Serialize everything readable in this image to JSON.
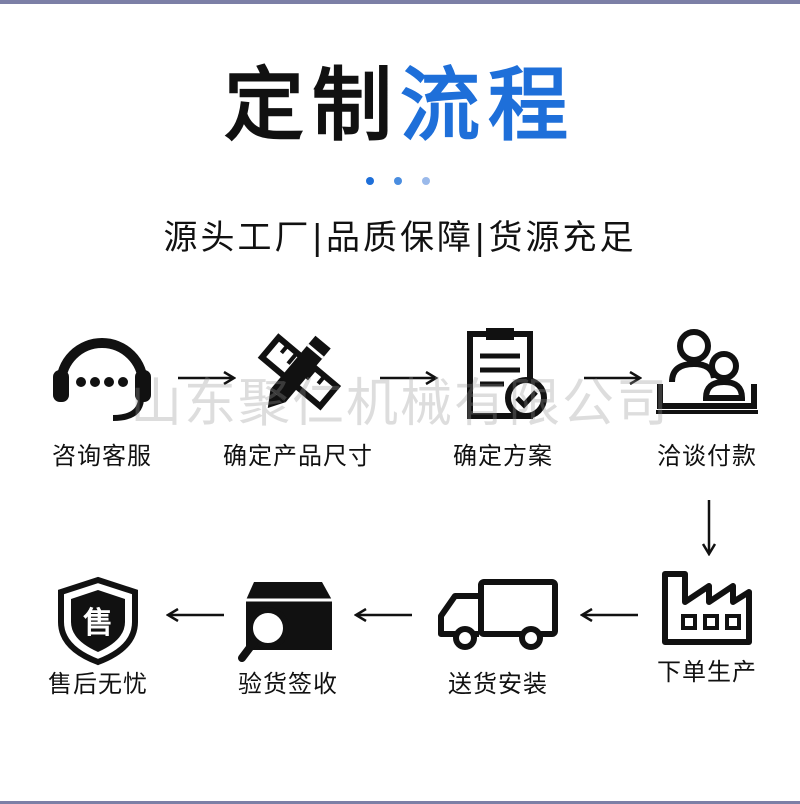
{
  "header": {
    "title_black": "定制",
    "title_blue": "流程",
    "subtitle": "源头工厂|品质保障|货源充足"
  },
  "watermark": "山东聚仁机械有限公司",
  "steps": [
    {
      "label": "咨询客服",
      "icon": "headset-icon"
    },
    {
      "label": "确定产品尺寸",
      "icon": "pencil-ruler-icon"
    },
    {
      "label": "确定方案",
      "icon": "clipboard-check-icon"
    },
    {
      "label": "洽谈付款",
      "icon": "meeting-icon"
    },
    {
      "label": "下单生产",
      "icon": "factory-icon"
    },
    {
      "label": "送货安装",
      "icon": "truck-icon"
    },
    {
      "label": "验货签收",
      "icon": "box-magnifier-icon"
    },
    {
      "label": "售后无忧",
      "icon": "shield-icon"
    }
  ],
  "shield_glyph": "售",
  "colors": {
    "accent": "#1e6fd9",
    "text": "#111111",
    "border_bar": "#7c7fa6"
  }
}
